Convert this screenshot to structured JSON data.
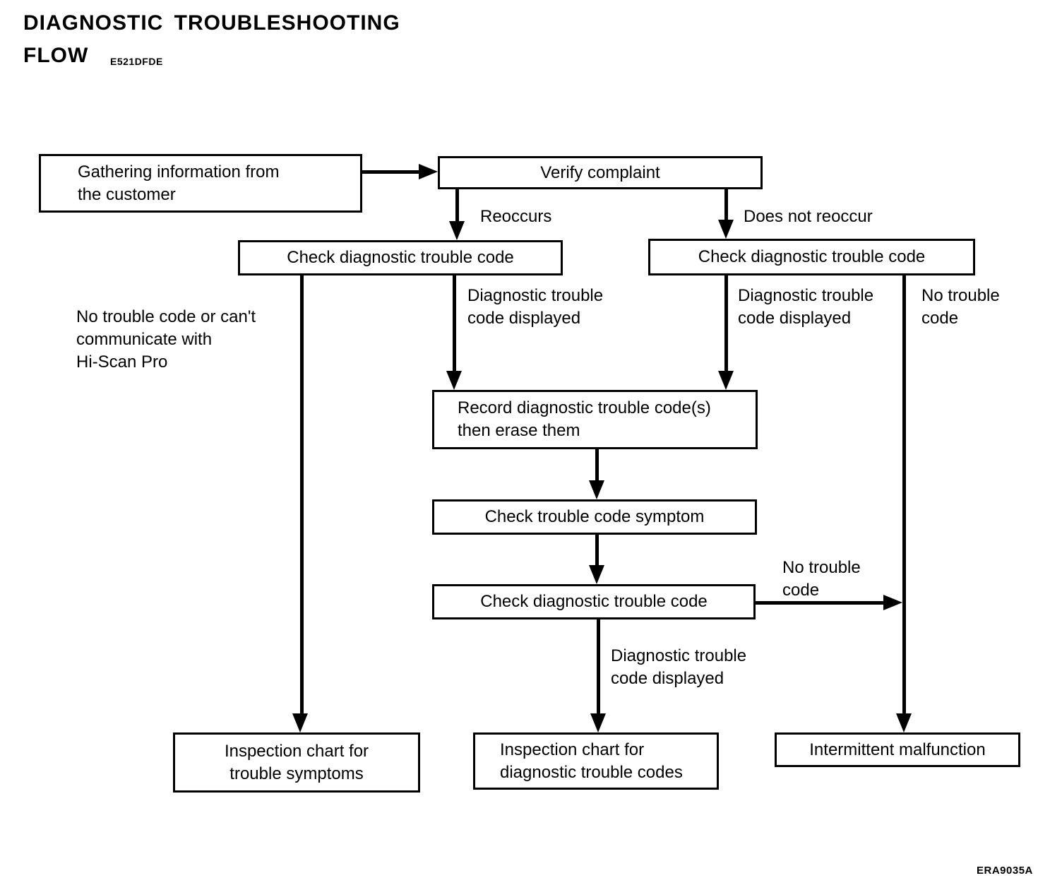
{
  "header": {
    "title_line1": "DIAGNOSTIC TROUBLESHOOTING",
    "title_line2": "FLOW",
    "section_code": "E521DFDE"
  },
  "footer": {
    "figure_code": "ERA9035A"
  },
  "flowchart": {
    "nodes": {
      "gathering": {
        "line1": "Gathering information from",
        "line2": "the customer"
      },
      "verify": {
        "label": "Verify complaint"
      },
      "check_left": {
        "label": "Check diagnostic trouble code"
      },
      "check_right": {
        "label": "Check diagnostic trouble code"
      },
      "record": {
        "line1": "Record diagnostic trouble code(s)",
        "line2": "then erase them"
      },
      "symptom": {
        "label": "Check trouble code symptom"
      },
      "check_after_erase": {
        "label": "Check diagnostic trouble code"
      },
      "inspection_symptoms": {
        "line1": "Inspection chart for",
        "line2": "trouble symptoms"
      },
      "inspection_codes": {
        "line1": "Inspection chart for",
        "line2": "diagnostic trouble codes"
      },
      "intermittent": {
        "label": "Intermittent malfunction"
      }
    },
    "edge_labels": {
      "reoccurs": "Reoccurs",
      "does_not_reoccur": "Does not reoccur",
      "no_code_cant_communicate": {
        "line1": "No trouble code or can't",
        "line2": "communicate with",
        "line3": "Hi-Scan Pro"
      },
      "dtc_displayed_left": {
        "line1": "Diagnostic trouble",
        "line2": "code displayed"
      },
      "dtc_displayed_right": {
        "line1": "Diagnostic trouble",
        "line2": "code displayed"
      },
      "no_trouble_code_right": {
        "line1": "No trouble",
        "line2": "code"
      },
      "no_trouble_code_recheck": {
        "line1": "No trouble",
        "line2": "code"
      },
      "dtc_displayed_recheck": {
        "line1": "Diagnostic trouble",
        "line2": "code displayed"
      }
    }
  }
}
